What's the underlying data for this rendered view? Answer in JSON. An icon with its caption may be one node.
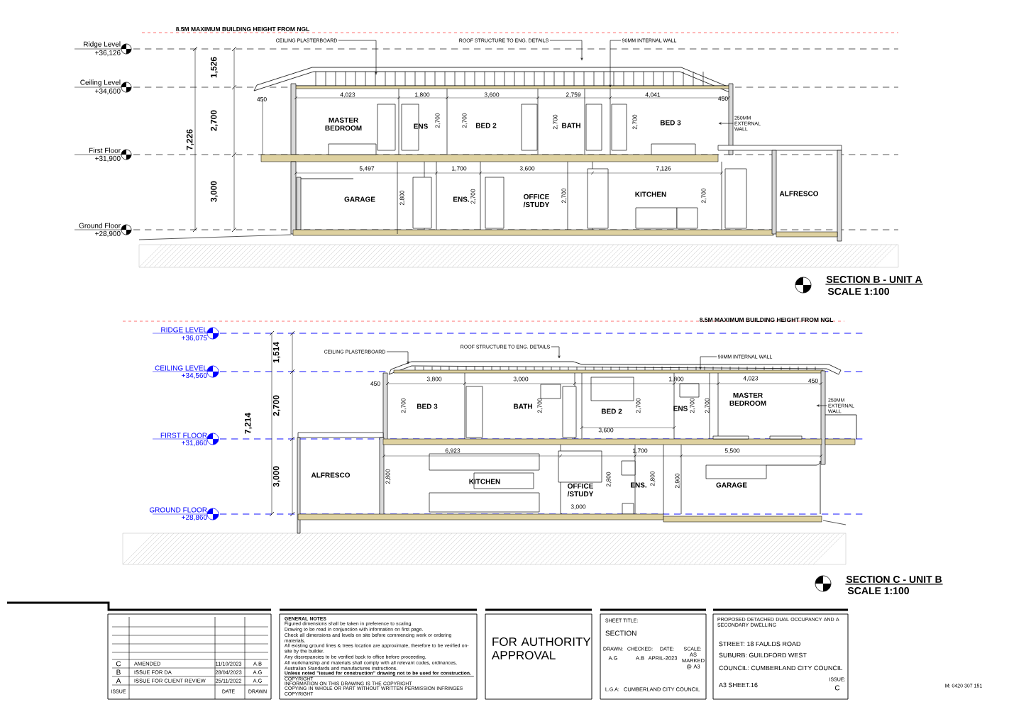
{
  "diagram": {
    "nodes": [
      {
        "text": [
          "CEILING PLASTERBOARD"
        ]
      },
      {
        "text": [
          "ROOF STRUCTURE TO ENG. DETAILS"
        ]
      },
      {
        "text": [
          "90MM INTERNAL WALL"
        ]
      },
      {
        "text": [
          "250MM EXTERNAL WALL"
        ]
      },
      {
        "text": [
          "CEILING PLASTERBOARD"
        ]
      },
      {
        "text": [
          "ROOF STRUCTURE TO ENG. DETAILS"
        ]
      },
      {
        "text": [
          "90MM INTERNAL WALL"
        ]
      },
      {
        "text": [
          "250MM EXTERNAL WALL"
        ]
      }
    ],
    "edges": [
      {
        "from": 0,
        "to": null,
        "arrow": "to"
      },
      {
        "from": 1,
        "to": null,
        "arrow": "to"
      },
      {
        "from": 2,
        "to": null,
        "arrow": "to"
      },
      {
        "from": 3,
        "to": null,
        "arrow": "to"
      },
      {
        "from": 4,
        "to": null,
        "arrow": "to"
      },
      {
        "from": 5,
        "to": null,
        "arrow": "to"
      },
      {
        "from": 6,
        "to": null,
        "arrow": "to"
      },
      {
        "from": 7,
        "to": null,
        "arrow": "to"
      }
    ],
    "labels": [
      "8.5M MAXIMUM BUILDING HEIGHT FROM NGL",
      "Ridge Level",
      "+36,126",
      "1,526",
      "Ceiling Level",
      "+34,600",
      "450",
      "4,023",
      "1,800",
      "3,600",
      "2,759",
      "4,041",
      "450",
      "MASTER BEDROOM",
      "ENS",
      "2,700",
      "2,700",
      "BED 2",
      "2,700",
      "BATH",
      "2,700",
      "BED 3",
      "2,700",
      "7,226",
      "First Floor",
      "+31,900",
      "5,497",
      "1,700",
      "3,600",
      "7,126",
      "GARAGE",
      "2,800",
      "ENS.",
      "2,700",
      "OFFICE /STUDY",
      "2,700",
      "KITCHEN",
      "2,700",
      "ALFRESCO",
      "3,000",
      "Ground Floor",
      "+28,900",
      "SECTION B - UNIT A",
      "SCALE 1:100",
      "8.5M MAXIMUM BUILDING HEIGHT FROM NGL",
      "RIDGE LEVEL",
      "+36,075",
      "1,514",
      "CEILING LEVEL",
      "+34,560",
      "450",
      "3,800",
      "3,000",
      "1,800",
      "4,023",
      "450",
      "2,700",
      "BED 3",
      "BATH",
      "2,700",
      "BED 2",
      "2,700",
      "ENS",
      "2,700",
      "2,700",
      "MASTER BEDROOM",
      "3,600",
      "2,700",
      "7,214",
      "FIRST FLOOR",
      "+31,860",
      "6,923",
      "1,700",
      "5,500",
      "ALFRESCO",
      "2,800",
      "KITCHEN",
      "OFFICE /STUDY",
      "2,800",
      "2,800",
      "ENS.",
      "2,900",
      "GARAGE",
      "3,000",
      "3,000",
      "GROUND FLOOR",
      "+28,860",
      "SECTION C - UNIT B",
      "SCALE 1:100",
      "C",
      "AMENDED",
      "11/10/2023",
      "A.B",
      "B",
      "ISSUE FOR DA",
      "28/04/2023",
      "A.G",
      "A",
      "ISSUE FOR CLIENT REVIEW",
      "25/11/2022",
      "A.G",
      "ISSUE",
      "DATE",
      "DRAWN",
      "GENERAL NOTES",
      "Figured dimensions shall be taken in preference to scaling.",
      "Drawing to be read in conjunction with information on first page.",
      "Check all dimensions and levels on site before commencing work or ordering materials.",
      "All existing ground lines & trees location are approximate, therefore to be verified on-site by the builder.",
      "Any discrepancies to be verified back to office before proceeding.",
      "All workmanship and materials shall comply with all relevant codes, ordinances, Australian Standards and manufactures instructions.",
      "Unless noted \"issued for construction\" drawing not to be used for construction.",
      "COPYRIGHT",
      "INFORMATION ON THIS DRAWING IS THE COPYRIGHT",
      "COPYING IN WHOLE OR PART WITHOUT WRITTEN PERMISSION INFRINGES COPYRIGHT",
      "FOR AUTHORITY APPROVAL",
      "SHEET TITLE:",
      "SECTION",
      "DRAWN:",
      "CHECKED:",
      "DATE:",
      "SCALE:",
      "A.G",
      "A.B",
      "APRIL-2023",
      "AS MARKED @ A3",
      "L.G.A:",
      "CUMBERLAND CITY COUNCIL",
      "PROPOSED DETACHED DUAL OCCUPANCY AND A SECONDARY DWELLING",
      "STREET: 18 FAULDS ROAD",
      "SUBURB: GUILDFORD WEST",
      "COUNCIL: CUMBERLAND CITY COUNCIL",
      "A3 SHEET.16",
      "ISSUE:",
      "C",
      "M: 0420 307 151"
    ]
  }
}
